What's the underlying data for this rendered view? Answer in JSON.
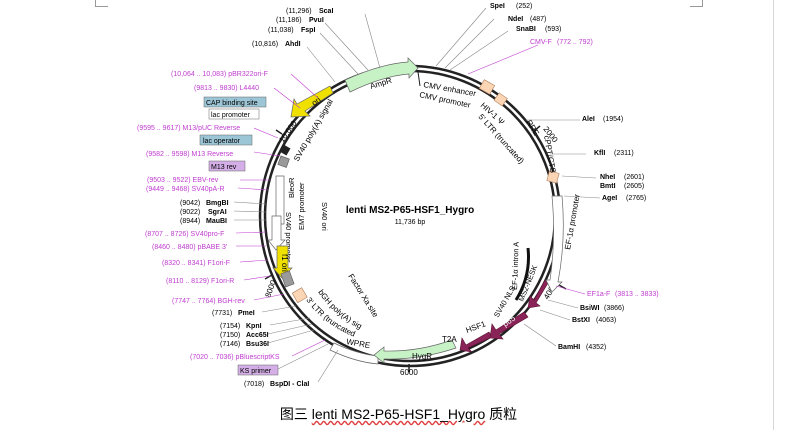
{
  "plasmid": {
    "name": "lenti MS2-P65-HSF1_Hygro",
    "size": "11,736 bp",
    "ticks": [
      "2000",
      "4000",
      "6000",
      "8000",
      "10,000"
    ]
  },
  "caption": {
    "prefix": "图三 ",
    "name": "lenti MS2-P65-HSF1_Hygro",
    "suffix": " 质粒"
  },
  "colors": {
    "magenta": "#c03cd0",
    "feature_green": "#c6f2c6",
    "feature_yellow": "#f0e000",
    "feature_peach": "#fbd5b4",
    "feature_maroon": "#8a2357",
    "feature_gray": "#9a9a9a",
    "label_blue": "#9cc5d6",
    "label_purple": "#d4aee6"
  },
  "right_labels": [
    {
      "name": "SpeI",
      "pos": "(252)"
    },
    {
      "name": "NdeI",
      "pos": "(487)"
    },
    {
      "name": "SnaBI",
      "pos": "(593)"
    },
    {
      "name": "CMV-F",
      "pos": "(772 .. 792)",
      "primer": true
    },
    {
      "name": "AleI",
      "pos": "(1954)"
    },
    {
      "name": "KflI",
      "pos": "(2311)"
    },
    {
      "name": "NheI",
      "pos": "(2601)"
    },
    {
      "name": "BmtI",
      "pos": "(2605)"
    },
    {
      "name": "AgeI",
      "pos": "(2765)"
    },
    {
      "name": "EF1a-F",
      "pos": "(3813 .. 3833)",
      "primer": true
    },
    {
      "name": "BsiWI",
      "pos": "(3866)"
    },
    {
      "name": "BstXI",
      "pos": "(4063)"
    },
    {
      "name": "BamHI",
      "pos": "(4352)"
    }
  ],
  "top_left_labels": [
    {
      "pos": "(11,296)",
      "name": "ScaI"
    },
    {
      "pos": "(11,186)",
      "name": "PvuI"
    },
    {
      "pos": "(11,038)",
      "name": "FspI"
    },
    {
      "pos": "(10,816)",
      "name": "AhdI"
    }
  ],
  "left_labels": [
    {
      "text": "(10,064 .. 10,083)  pBR322ori-F",
      "primer": true
    },
    {
      "text": "(9813 .. 9830)  L4440",
      "primer": true
    },
    {
      "text": "CAP binding site",
      "box": "blue"
    },
    {
      "text": "lac promoter",
      "box": "white"
    },
    {
      "text": "(9595 .. 9617)  M13/pUC Reverse",
      "primer": true
    },
    {
      "text": "lac operator",
      "box": "blue"
    },
    {
      "text": "(9582 .. 9598)  M13 Reverse",
      "primer": true
    },
    {
      "text": "M13 rev",
      "box": "purple"
    },
    {
      "text": "(9503 .. 9522)  EBV-rev",
      "primer": true
    },
    {
      "text": "(9449 .. 9468)  SV40pA-R",
      "primer": true
    },
    {
      "pos": "(9042)",
      "name": "BmgBI"
    },
    {
      "pos": "(9022)",
      "name": "SgrAI"
    },
    {
      "pos": "(8944)",
      "name": "MauBI"
    },
    {
      "text": "(8707 .. 8726)  SV40pro-F",
      "primer": true
    },
    {
      "text": "(8460 .. 8480)  pBABE 3'",
      "primer": true
    },
    {
      "text": "(8320 .. 8341)  F1ori-F",
      "primer": true
    },
    {
      "text": "(8110 .. 8129)  F1ori-R",
      "primer": true
    },
    {
      "text": "(7747 .. 7764)  BGH-rev",
      "primer": true
    },
    {
      "pos": "(7731)",
      "name": "PmeI"
    },
    {
      "pos": "(7154)",
      "name": "KpnI"
    },
    {
      "pos": "(7150)",
      "name": "Acc65I"
    },
    {
      "pos": "(7146)",
      "name": "Bsu36I"
    },
    {
      "text": "(7020 .. 7036)  pBluescriptKS",
      "primer": true
    },
    {
      "text": "KS primer",
      "box": "purple"
    },
    {
      "pos": "(7018)",
      "name": "BspDI  -  ClaI"
    }
  ],
  "inner_labels": {
    "ampr": "AmpR",
    "ori": "ori",
    "sv40polya": "SV40 poly(A) signal",
    "cmv_enh": "CMV enhancer",
    "cmv_pro": "CMV promoter",
    "hiv": "HIV-1 Ψ",
    "ltr5": "5' LTR (truncated)",
    "rre": "RRE",
    "cppt": "cPPT/CTS",
    "ef1a_pro": "EF-1α promoter",
    "ef1a_intron": "EF-1α intron A",
    "ms2": "MS2-NESK",
    "sv40nls": "SV40 NLS",
    "p65": "p65",
    "hsf1": "HSF1",
    "t2a": "T2A",
    "hygr": "HygR",
    "wpre": "WPRE",
    "factorxa": "Factor Xa site",
    "bghpa": "bGH poly(A) signal",
    "ltr3": "3' LTR (truncated)",
    "f1ori": "f1 ori",
    "sv40pro": "SV40 promoter",
    "em7": "EM7 promoter",
    "bleor": "BleoR",
    "sv40ori": "SV40 ori"
  }
}
